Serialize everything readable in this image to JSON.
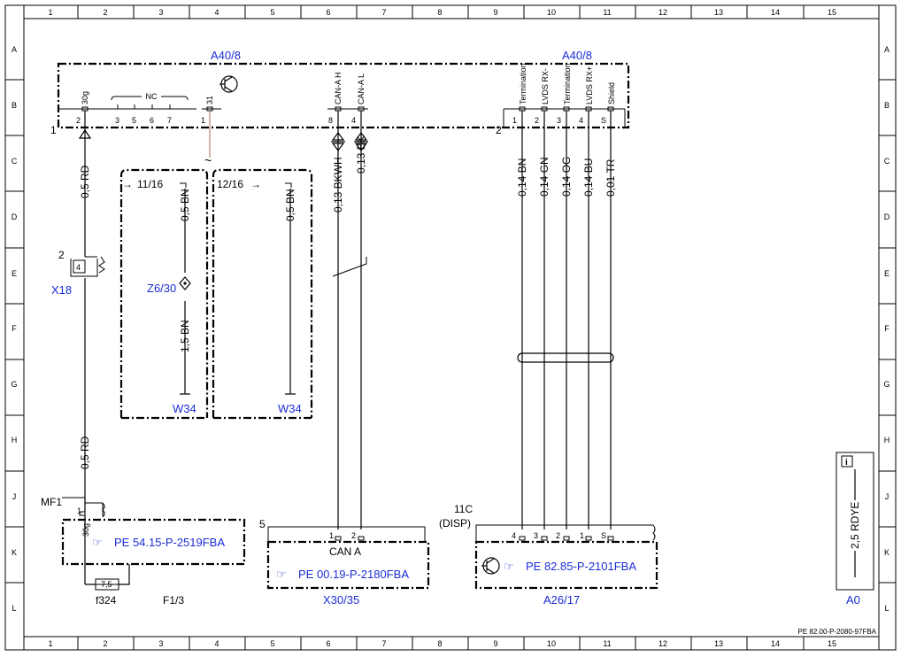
{
  "frame": {
    "columns": [
      "1",
      "2",
      "3",
      "4",
      "5",
      "6",
      "7",
      "8",
      "9",
      "10",
      "11",
      "12",
      "13",
      "14",
      "15"
    ],
    "rows": [
      "A",
      "B",
      "C",
      "D",
      "E",
      "F",
      "G",
      "H",
      "J",
      "K",
      "L"
    ],
    "doc_id": "PE 82.00-P-2080-97FBA"
  },
  "a40_8": {
    "name_left": "A40/8",
    "name_right": "A40/8",
    "connector_1": "1",
    "connector_2": "2",
    "pins_left": {
      "pin_30g_label": "30g",
      "nc_label": "NC",
      "pin_31_label": "31",
      "can_h_label": "CAN-A H",
      "can_l_label": "CAN-A L",
      "pin_2": "2",
      "pin_3": "3",
      "pin_5": "5",
      "pin_6": "6",
      "pin_7": "7",
      "pin_1": "1",
      "pin_8": "8",
      "pin_4": "4"
    },
    "pins_right": {
      "termination_1": "Termination",
      "lvds_rx_minus": "LVDS RX-",
      "termination_2": "Termination",
      "lvds_rx_plus": "LVDS RX+",
      "shield": "Shield",
      "pin_1": "1",
      "pin_2": "2",
      "pin_3": "3",
      "pin_4": "4",
      "pin_s": "S"
    }
  },
  "wires": {
    "w_30g_top": "0,5 RD",
    "w_30g_bottom": "0,5 RD",
    "can_h": "0,13 BKWH",
    "can_l": "0,13 BK",
    "lvds_1": "0,14 BN",
    "lvds_2": "0,14 GN",
    "lvds_3": "0,14 OG",
    "lvds_4": "0,14 BU",
    "lvds_5": "0,01 TR",
    "ground_1a": "0,5 BN",
    "ground_1b": "1,5 BN",
    "ground_2": "0,5 BN"
  },
  "ground_branches": {
    "tilde": "~",
    "variant_1": "11/16",
    "variant_2": "12/16",
    "splice": "Z6/30",
    "ground_1": "W34",
    "ground_2": "W34"
  },
  "x18": {
    "name": "X18",
    "marker": "2",
    "pin": "4"
  },
  "fuse_block": {
    "name": "MF1",
    "pin": "1",
    "pin_label": "30g",
    "reference": "PE 54.15-P-2519FBA",
    "fuse_value": "7,5",
    "fuse_name": "f324",
    "location": "F1/3"
  },
  "x30_35": {
    "marker": "5",
    "pin_1": "1",
    "pin_2": "2",
    "title": "CAN A",
    "reference": "PE 00.19-P-2180FBA",
    "name": "X30/35"
  },
  "a26_17": {
    "connector": "11C",
    "connector_sub": "(DISP)",
    "pin_4": "4",
    "pin_3": "3",
    "pin_2": "2",
    "pin_1": "1",
    "pin_s": "S",
    "reference": "PE 82.85-P-2101FBA",
    "name": "A26/17"
  },
  "legend": {
    "info": "i",
    "wire": "2,5 RDYE",
    "name": "A0"
  }
}
